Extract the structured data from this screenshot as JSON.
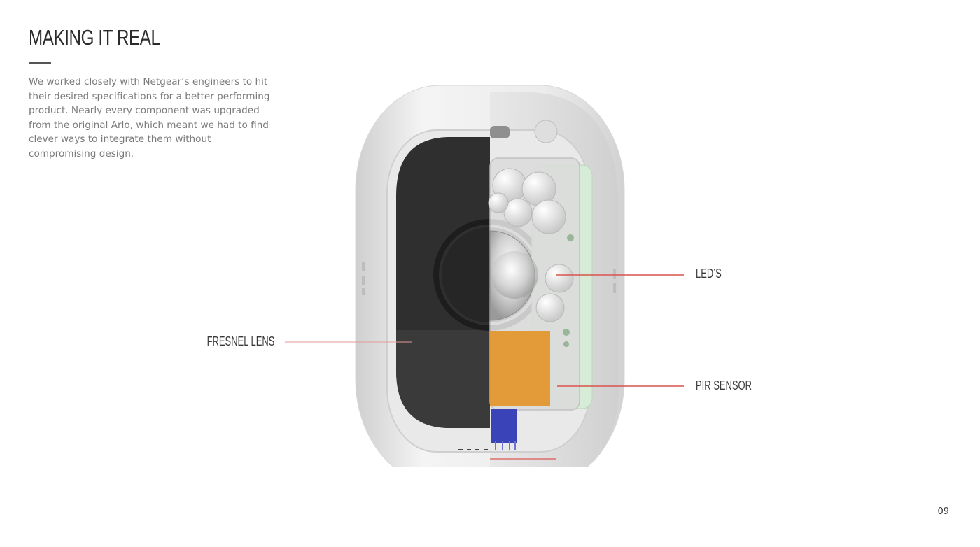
{
  "slide": {
    "title": "Making it real",
    "body": "We worked closely with Netgear’s engineers to hit their desired specifications for a better performing product. Nearly every component was upgraded from the original Arlo, which meant we had to find clever ways to integrate them without compromising design.",
    "page_number": "09"
  },
  "callouts": {
    "leds": "LED’s",
    "pir_sensor": "PIR Sensor",
    "fresnel_lens": "Fresnel Lens"
  },
  "colors": {
    "leader_line": "#d9534f",
    "pir_sensor": "#e39b3a",
    "pcb": "#d6ecd6",
    "lens_face": "#2f2f2f",
    "connector": "#3a44b8"
  }
}
